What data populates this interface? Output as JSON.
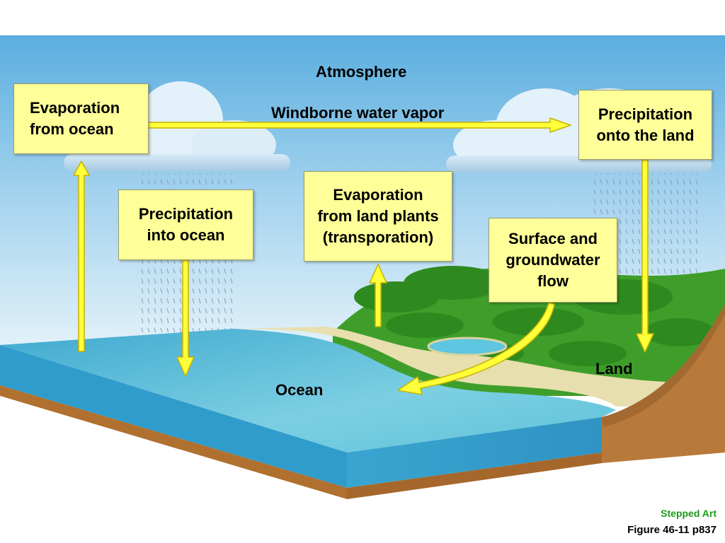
{
  "labels": {
    "atmosphere": "Atmosphere",
    "windborne_vapor": "Windborne water vapor",
    "land": "Land",
    "ocean": "Ocean"
  },
  "boxes": {
    "evaporation_ocean": "Evaporation\nfrom ocean",
    "precipitation_land": "Precipitation\nonto the land",
    "precipitation_ocean": "Precipitation\ninto ocean",
    "evaporation_plants": "Evaporation\nfrom land plants\n(transporation)",
    "surface_flow": "Surface and\ngroundwater\nflow"
  },
  "footer": {
    "stepped_art": "Stepped Art",
    "figure": "Figure 46-11 p837"
  },
  "colors": {
    "sky_top": "#5aaedf",
    "sky_bottom": "#d8ecf7",
    "ocean_top": "#56b9d4",
    "ocean_front": "#3aa0cc",
    "land_green": "#4caf2a",
    "soil": "#b87a3a",
    "arrow_yellow": "#ffff3a",
    "box_fill": "#ffff99",
    "footer_green": "#1a9a1a"
  }
}
